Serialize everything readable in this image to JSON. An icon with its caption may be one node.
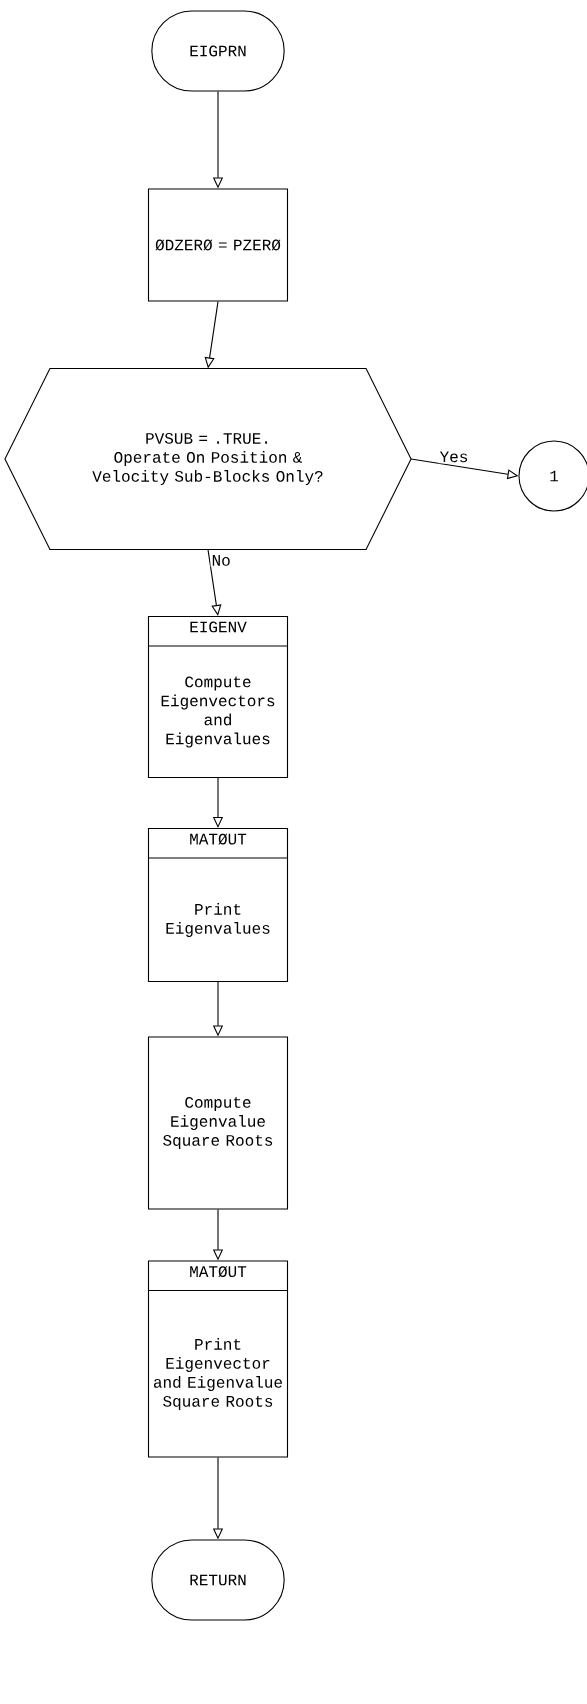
{
  "diagram": {
    "nodes": [
      {
        "text": [
          "EIGPRN"
        ]
      },
      {
        "text": [
          "ØDZERØ = PZERØ"
        ]
      },
      {
        "text": [
          "PVSUB = .TRUE.",
          "Operate On Position & Velocity Sub-Blocks Only?"
        ]
      },
      {
        "text": [
          "1"
        ]
      },
      {
        "text": [
          "EIGENV",
          "Compute Eigenvectors and Eigenvalues"
        ]
      },
      {
        "text": [
          "MATØUT",
          "Print Eigenvalues"
        ]
      },
      {
        "text": [
          "Compute Eigenvalue Square Roots"
        ]
      },
      {
        "text": [
          "MATØUT",
          "Print Eigenvector and Eigenvalue Square Roots"
        ]
      },
      {
        "text": [
          "RETURN"
        ]
      }
    ],
    "edges": [
      {
        "from": 0,
        "to": 1,
        "arrow": "to"
      },
      {
        "from": 1,
        "to": 2,
        "arrow": "to"
      },
      {
        "from": 2,
        "to": 3,
        "arrow": "to",
        "label": "Yes"
      },
      {
        "from": 2,
        "to": 4,
        "arrow": "to",
        "label": "No"
      },
      {
        "from": 4,
        "to": 5,
        "arrow": "to"
      },
      {
        "from": 5,
        "to": 6,
        "arrow": "to"
      },
      {
        "from": 6,
        "to": 7,
        "arrow": "to"
      },
      {
        "from": 7,
        "to": 8,
        "arrow": "to"
      }
    ]
  }
}
